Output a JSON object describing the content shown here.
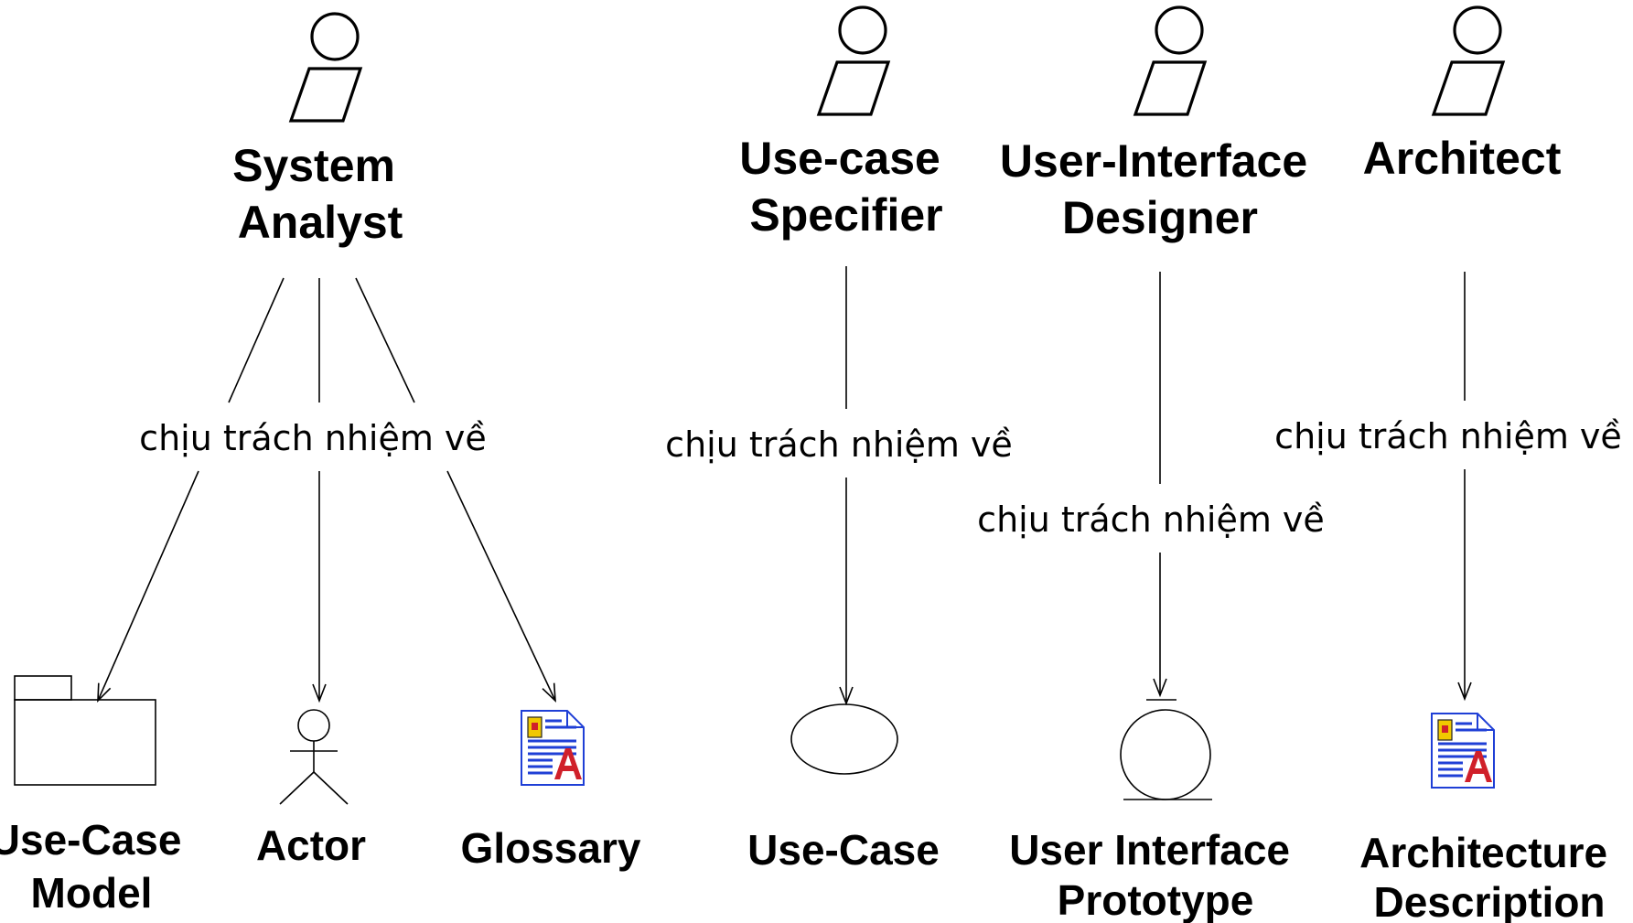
{
  "colors": {
    "line": "#000000",
    "background": "#ffffff",
    "doc_icon_blue": "#1f3fd6",
    "doc_icon_red": "#d0202a",
    "doc_icon_yellow": "#f0c800"
  },
  "roles": [
    {
      "icon": "worker-icon",
      "lines": [
        "System",
        "Analyst"
      ]
    },
    {
      "icon": "worker-icon",
      "lines": [
        "Use-case",
        "Specifier"
      ]
    },
    {
      "icon": "worker-icon",
      "lines": [
        "User-Interface",
        "Designer"
      ]
    },
    {
      "icon": "worker-icon",
      "lines": [
        "Architect"
      ]
    }
  ],
  "association_label": "chịu trách nhiệm về",
  "artifacts": [
    {
      "icon": "package-folder-icon",
      "lines": [
        "Use-Case",
        "Model"
      ]
    },
    {
      "icon": "actor-icon",
      "lines": [
        "Actor"
      ]
    },
    {
      "icon": "document-icon",
      "lines": [
        "Glossary"
      ]
    },
    {
      "icon": "use-case-ellipse-icon",
      "lines": [
        "Use-Case"
      ]
    },
    {
      "icon": "boundary-class-icon",
      "lines": [
        "User Interface",
        "Prototype"
      ]
    },
    {
      "icon": "document-icon",
      "lines": [
        "Architecture",
        "Description"
      ]
    }
  ],
  "relations": [
    {
      "from": "System Analyst",
      "to": "Use-Case Model"
    },
    {
      "from": "System Analyst",
      "to": "Actor"
    },
    {
      "from": "System Analyst",
      "to": "Glossary"
    },
    {
      "from": "Use-case Specifier",
      "to": "Use-Case"
    },
    {
      "from": "User-Interface Designer",
      "to": "User Interface Prototype"
    },
    {
      "from": "Architect",
      "to": "Architecture Description"
    }
  ]
}
